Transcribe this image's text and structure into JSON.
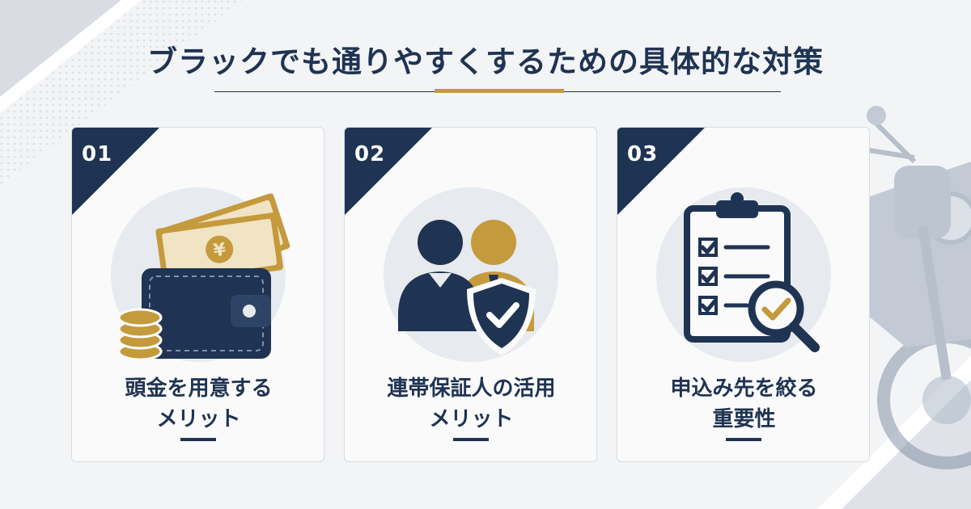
{
  "title": "ブラックでも通りやすくするための具体的な対策",
  "colors": {
    "navy": "#1f3352",
    "gold": "#c49a3c",
    "background": "#f3f4f6"
  },
  "cards": [
    {
      "number": "01",
      "line1": "頭金を用意する",
      "line2": "メリット",
      "icon": "wallet-cash-icon"
    },
    {
      "number": "02",
      "line1": "連帯保証人の活用",
      "line2": "メリット",
      "icon": "guarantor-shield-icon"
    },
    {
      "number": "03",
      "line1": "申込み先を絞る",
      "line2": "重要性",
      "icon": "checklist-magnifier-icon"
    }
  ],
  "decorations": {
    "right": "motorcycle-illustration",
    "left": "diagonal-stripe-pattern"
  }
}
